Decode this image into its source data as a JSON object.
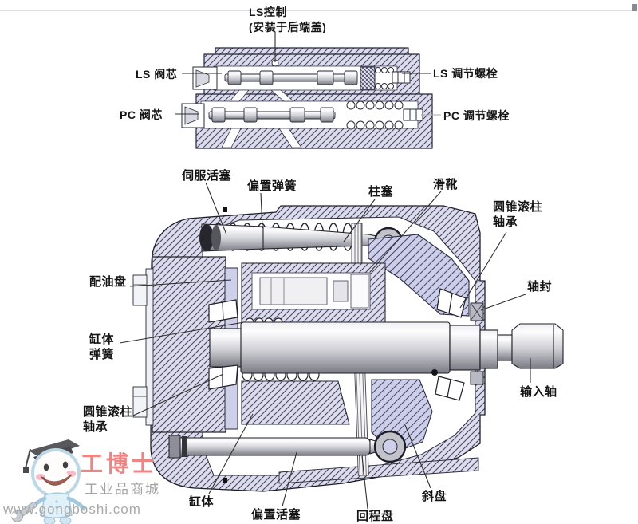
{
  "valve_section": {
    "name": "LS/PC control valve cross-section",
    "labels": {
      "ls_control_1": "LS控制",
      "ls_control_2": "(安装于后端盖)",
      "ls_spool": "LS 阀芯",
      "pc_spool": "PC 阀芯",
      "ls_adjust": "LS 调节螺栓",
      "pc_adjust": "PC 调节螺栓"
    }
  },
  "pump_section": {
    "name": "axial piston pump cross-section",
    "labels": {
      "servo_piston": "伺服活塞",
      "bias_spring": "偏置弹簧",
      "plunger": "柱塞",
      "slipper": "滑靴",
      "bearing_right_1": "圆锥滚柱",
      "bearing_right_2": "轴承",
      "valve_plate": "配油盘",
      "cyl_spring_1": "缸体",
      "cyl_spring_2": "弹簧",
      "shaft_seal": "轴封",
      "input_shaft": "输入轴",
      "bearing_left_1": "圆锥滚柱",
      "bearing_left_2": "轴承",
      "cylinder": "缸体",
      "bias_piston": "偏置活塞",
      "return_plate": "回程盘",
      "swash_plate": "斜盘"
    }
  },
  "watermark": {
    "brand": "工博士",
    "tagline": "工业品商城",
    "url": "www.gongboshi.com"
  },
  "colors": {
    "body_fill": "#dcdcec",
    "hatch_line": "#40405f",
    "swash_fill": "#cdcfe8",
    "leader": "#2e2e2e",
    "brand_red": "#ee8585",
    "watermark_gray": "#a3a3a3"
  }
}
